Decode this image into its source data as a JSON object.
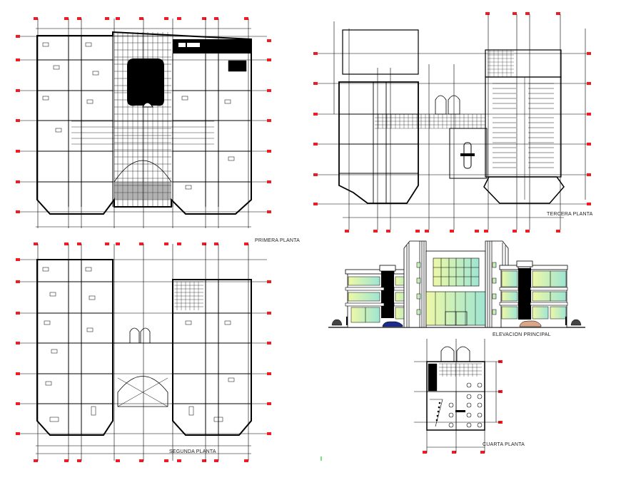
{
  "drawing": {
    "background": "#ffffff",
    "line_color": "#000000",
    "grid_marker_color": "#ee1c24",
    "glass_gradient": [
      "#e8f7a8",
      "#9ee6d2"
    ]
  },
  "views": [
    {
      "id": "primera",
      "label": "PRIMERA PLANTA",
      "type": "floor-plan"
    },
    {
      "id": "tercera",
      "label": "TERCERA PLANTA",
      "type": "floor-plan"
    },
    {
      "id": "segunda",
      "label": "SEGUNDA PLANTA",
      "type": "floor-plan"
    },
    {
      "id": "elevacion",
      "label": "ELEVACION  PRINCIPAL",
      "type": "elevation"
    },
    {
      "id": "cuarta",
      "label": "CUARTA PLANTA",
      "type": "floor-plan"
    }
  ],
  "labels": {
    "primera": "PRIMERA PLANTA",
    "tercera": "TERCERA PLANTA",
    "segunda": "SEGUNDA PLANTA",
    "elevacion": "ELEVACION  PRINCIPAL",
    "cuarta": "CUARTA PLANTA"
  }
}
